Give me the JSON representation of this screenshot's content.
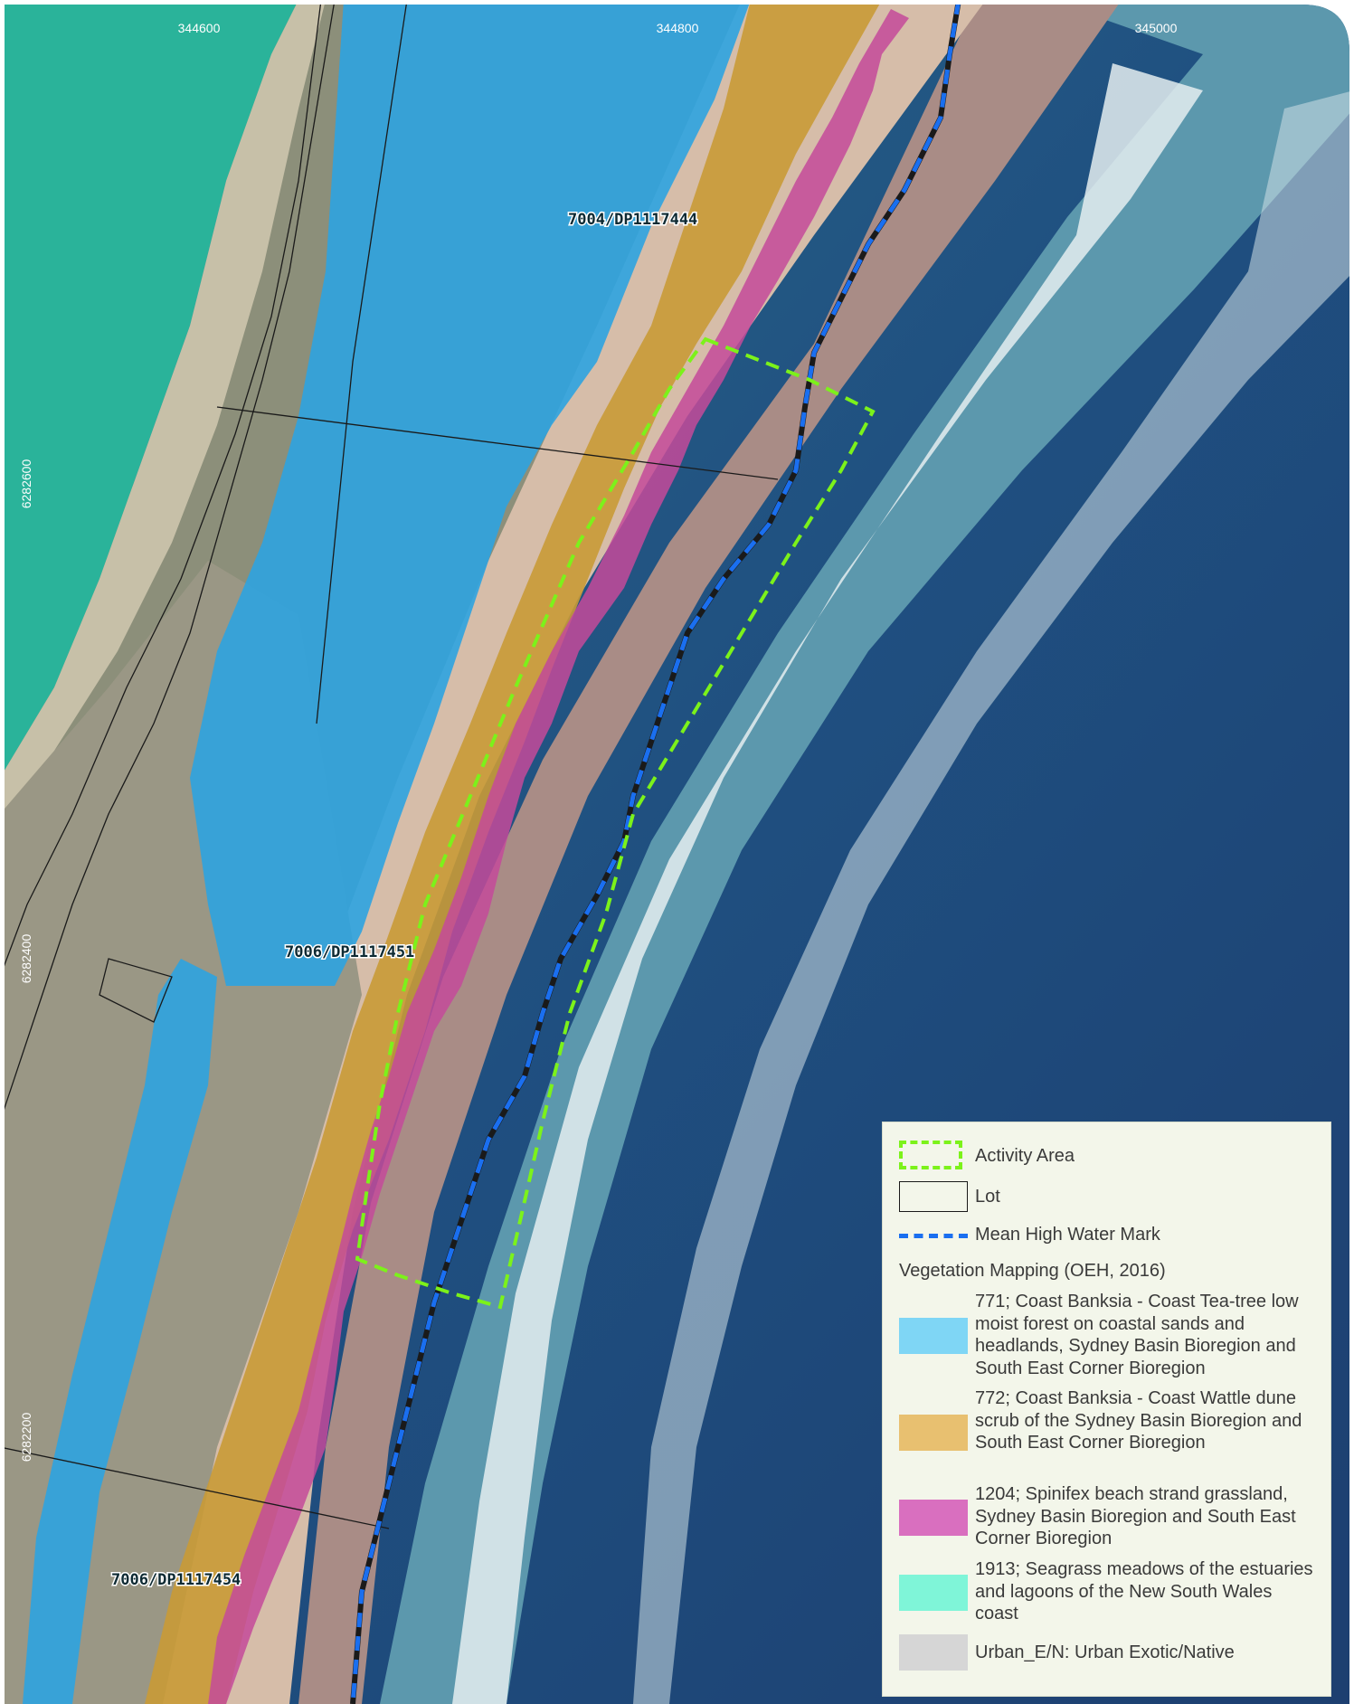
{
  "map": {
    "grid_x_labels": [
      "344600",
      "344800",
      "345000"
    ],
    "grid_y_labels": [
      "6282600",
      "6282400",
      "6282200"
    ],
    "lot_labels": [
      "7004/DP1117444",
      "7006/DP1117451",
      "7006/DP1117454"
    ]
  },
  "legend": {
    "activity_area": "Activity Area",
    "lot": "Lot",
    "mean_high_water_mark": "Mean High Water Mark",
    "vegetation_heading": "Vegetation Mapping (OEH, 2016)",
    "classes": [
      {
        "label": "771; Coast Banksia - Coast Tea-tree low moist forest on coastal sands and headlands, Sydney Basin Bioregion and South East Corner Bioregion",
        "color": "#7fd6f5"
      },
      {
        "label": "772; Coast Banksia - Coast Wattle dune scrub of the Sydney Basin Bioregion and South East Corner Bioregion",
        "color": "#e8c070"
      },
      {
        "label": "1204; Spinifex beach strand grassland, Sydney Basin Bioregion and South East Corner Bioregion",
        "color": "#d96fbf"
      },
      {
        "label": "1913; Seagrass meadows of the estuaries and lagoons of the New South Wales coast",
        "color": "#7ff5d8"
      },
      {
        "label": "Urban_E/N: Urban Exotic/Native",
        "color": "#d6d6d6"
      }
    ],
    "activity_color": "#7cf21a",
    "mhwm_color": "#1a6ff0",
    "lot_color": "#1a1a1a"
  }
}
